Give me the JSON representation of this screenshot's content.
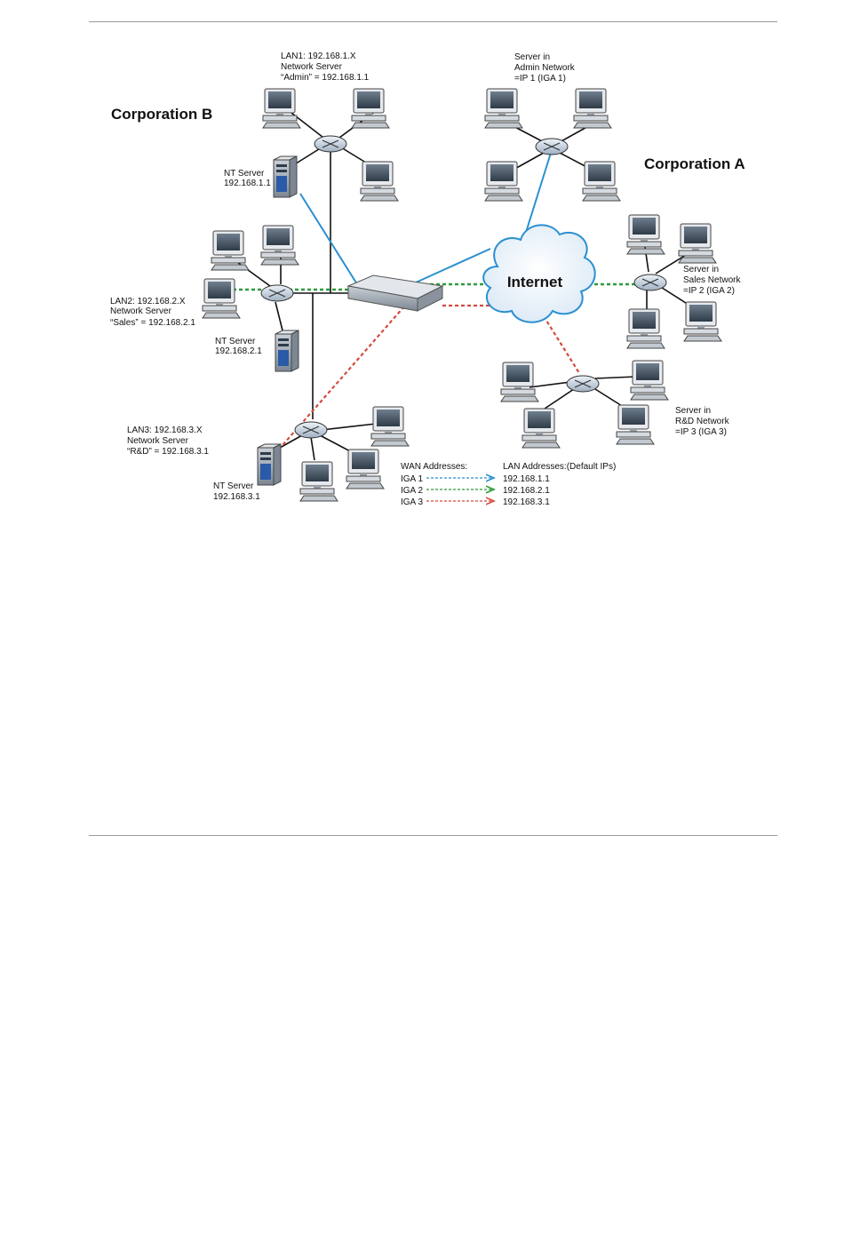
{
  "corp_a": "Corporation A",
  "corp_b": "Corporation B",
  "internet": "Internet",
  "lan1": {
    "l1": "LAN1: 192.168.1.X",
    "l2": "Network Server",
    "l3": "“Admin” = 192.168.1.1"
  },
  "nt1": {
    "l1": "NT Server",
    "l2": "192.168.1.1"
  },
  "lan2": {
    "l1": "LAN2: 192.168.2.X",
    "l2": "Network Server",
    "l3": "“Sales” = 192.168.2.1"
  },
  "nt2": {
    "l1": "NT Server",
    "l2": "192.168.2.1"
  },
  "lan3": {
    "l1": "LAN3: 192.168.3.X",
    "l2": "Network Server",
    "l3": "“R&D” = 192.168.3.1"
  },
  "nt3": {
    "l1": "NT Server",
    "l2": "192.168.3.1"
  },
  "srv_admin": {
    "l1": "Server in",
    "l2": "Admin Network",
    "l3": "=IP 1 (IGA 1)"
  },
  "srv_sales": {
    "l1": "Server in",
    "l2": "Sales Network",
    "l3": "=IP 2 (IGA 2)"
  },
  "srv_rd": {
    "l1": "Server in",
    "l2": "R&D Network",
    "l3": "=IP 3 (IGA 3)"
  },
  "legend": {
    "wan_header": "WAN Addresses:",
    "lan_header": "LAN Addresses:(Default IPs)",
    "rows": [
      {
        "wan": "IGA 1",
        "lan": "192.168.1.1",
        "color": "#2a8fd0"
      },
      {
        "wan": "IGA 2",
        "lan": "192.168.2.1",
        "color": "#2f9a3c"
      },
      {
        "wan": "IGA 3",
        "lan": "192.168.3.1",
        "color": "#d24b3c"
      }
    ]
  },
  "colors": {
    "iga1": "#2a8fd0",
    "iga2": "#2f9a3c",
    "iga3": "#d24b3c",
    "wire": "#111111"
  }
}
